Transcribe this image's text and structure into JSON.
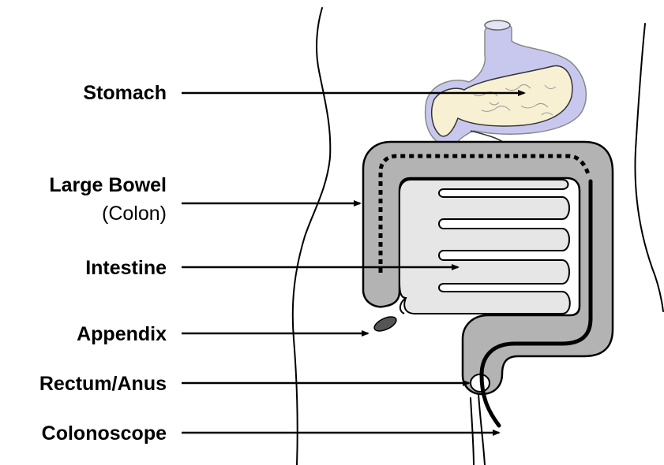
{
  "labels": {
    "stomach": "Stomach",
    "large_bowel": "Large Bowel",
    "large_bowel_sub": "(Colon)",
    "intestine": "Intestine",
    "appendix": "Appendix",
    "rectum_anus": "Rectum/Anus",
    "colonoscope": "Colonoscope"
  },
  "colors": {
    "stomach_outer": "#c8c8ef",
    "stomach_inner": "#f7f0d2",
    "bowel": "#b3b3b3",
    "intestine": "#e6e6e6",
    "appendix": "#555555",
    "outline": "#000000"
  },
  "icons": {
    "pointer": "arrow-right-icon"
  }
}
